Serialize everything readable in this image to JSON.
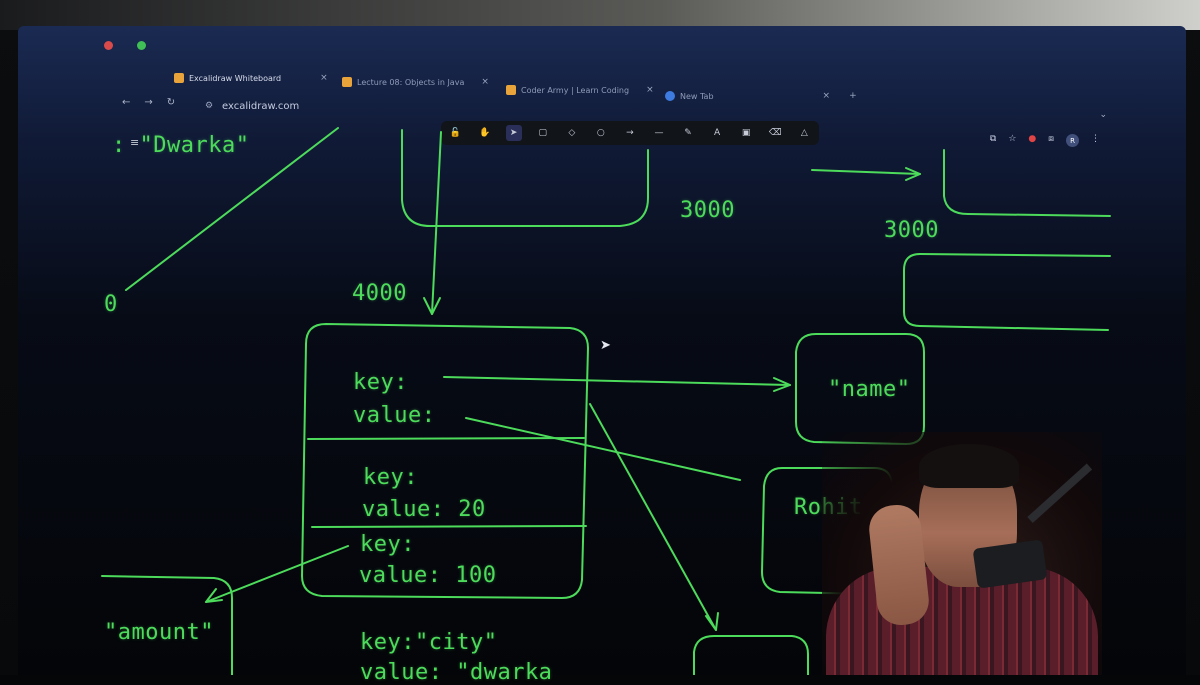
{
  "browser": {
    "tabs": [
      {
        "title": "Excalidraw Whiteboard",
        "icon": "excalidraw-icon",
        "active": true
      },
      {
        "title": "Lecture 08: Objects in Java",
        "icon": "doc-icon",
        "active": false
      },
      {
        "title": "Coder Army | Learn Coding",
        "icon": "coder-army-icon",
        "active": false
      },
      {
        "title": "New Tab",
        "icon": "chrome-icon",
        "active": false
      }
    ],
    "url": "excalidraw.com",
    "new_tab_symbol": "+",
    "close_symbol": "×",
    "profile_initial": "R"
  },
  "toolbar": {
    "tools": [
      "lock-icon",
      "hand-icon",
      "pointer-icon",
      "rectangle-icon",
      "diamond-icon",
      "ellipse-icon",
      "arrow-icon",
      "line-icon",
      "pencil-icon",
      "text-icon",
      "image-icon",
      "eraser-icon",
      "shapes-icon"
    ],
    "glyphs": [
      "🔓",
      "✋",
      "➤",
      "▢",
      "◇",
      "○",
      "→",
      "—",
      "✎",
      "A",
      "▣",
      "⌫",
      "△"
    ],
    "selected": "pointer-icon"
  },
  "drawing": {
    "top_left_text": "\"Dwarka\"",
    "top_left_prefix": ":",
    "zero_label": "0",
    "addr_3000_a": "3000",
    "addr_3000_b": "3000",
    "addr_4000": "4000",
    "row1_key": "key:",
    "row1_value": "value:",
    "row2_key": "key:",
    "row2_value": "value: 20",
    "row3_key": "key:",
    "row3_value": "value: 100",
    "name_box": "\"name\"",
    "rohit_box": "Rohit",
    "amount_box": "\"amount\"",
    "city_key": "key:\"city\"",
    "city_value": "value: \"dwarka"
  },
  "colors": {
    "ink": "#4ddb5b",
    "screen_bg": "#070b16"
  }
}
